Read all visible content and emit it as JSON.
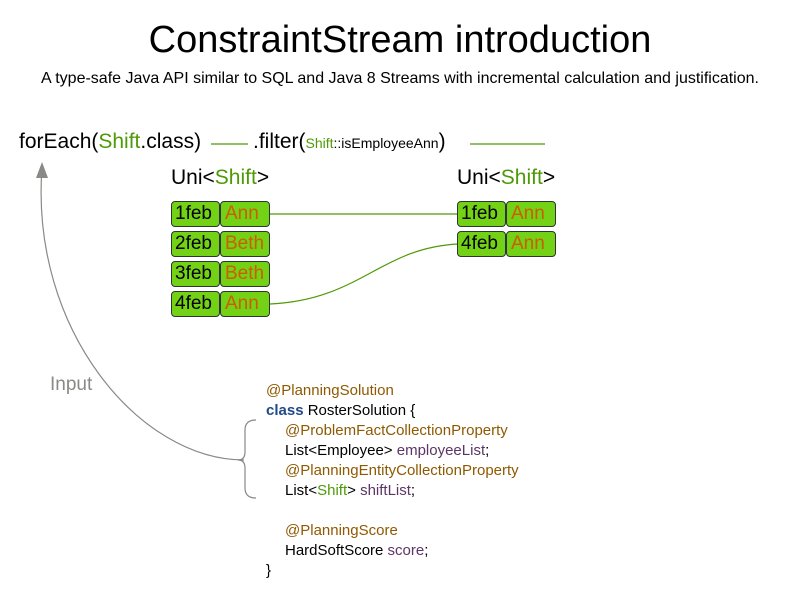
{
  "title": "ConstraintStream introduction",
  "subtitle": "A type-safe Java API similar to SQL and Java 8 Streams with incremental calculation and justification.",
  "chain": {
    "foreach_prefix": "forEach(",
    "foreach_class": "Shift",
    "foreach_suffix": ".class)",
    "filter_prefix": ".filter(",
    "filter_class": "Shift",
    "filter_method": "::isEmployeeAnn",
    "filter_suffix": ")"
  },
  "left_stream": {
    "label_prefix": "Uni<",
    "label_type": "Shift",
    "label_suffix": ">",
    "tuples": [
      {
        "day": "1feb",
        "employee": "Ann"
      },
      {
        "day": "2feb",
        "employee": "Beth"
      },
      {
        "day": "3feb",
        "employee": "Beth"
      },
      {
        "day": "4feb",
        "employee": "Ann"
      }
    ]
  },
  "right_stream": {
    "label_prefix": "Uni<",
    "label_type": "Shift",
    "label_suffix": ">",
    "tuples": [
      {
        "day": "1feb",
        "employee": "Ann"
      },
      {
        "day": "4feb",
        "employee": "Ann"
      }
    ]
  },
  "input_label": "Input",
  "code": {
    "line1": "@PlanningSolution",
    "line2_kw": "class",
    "line2_rest": " RosterSolution {",
    "line3": "@ProblemFactCollectionProperty",
    "line4_type": "List<Employee> ",
    "line4_field": "employeeList",
    "line4_end": ";",
    "line5": "@PlanningEntityCollectionProperty",
    "line6_prefix": "List<",
    "line6_type": "Shift",
    "line6_suffix": "> ",
    "line6_field": "shiftList",
    "line6_end": ";",
    "line7": "@PlanningScore",
    "line8_type": "HardSoftScore ",
    "line8_field": "score",
    "line8_end": ";",
    "line9": "}"
  },
  "colors": {
    "tuple_fill": "#73d216",
    "employee_text": "#ce5c00",
    "type_green": "#4e9a06",
    "connector_green": "#4e9a06",
    "annotation": "#8f5902",
    "keyword": "#204a87",
    "field": "#5c3566",
    "input_gray": "#888a85"
  }
}
